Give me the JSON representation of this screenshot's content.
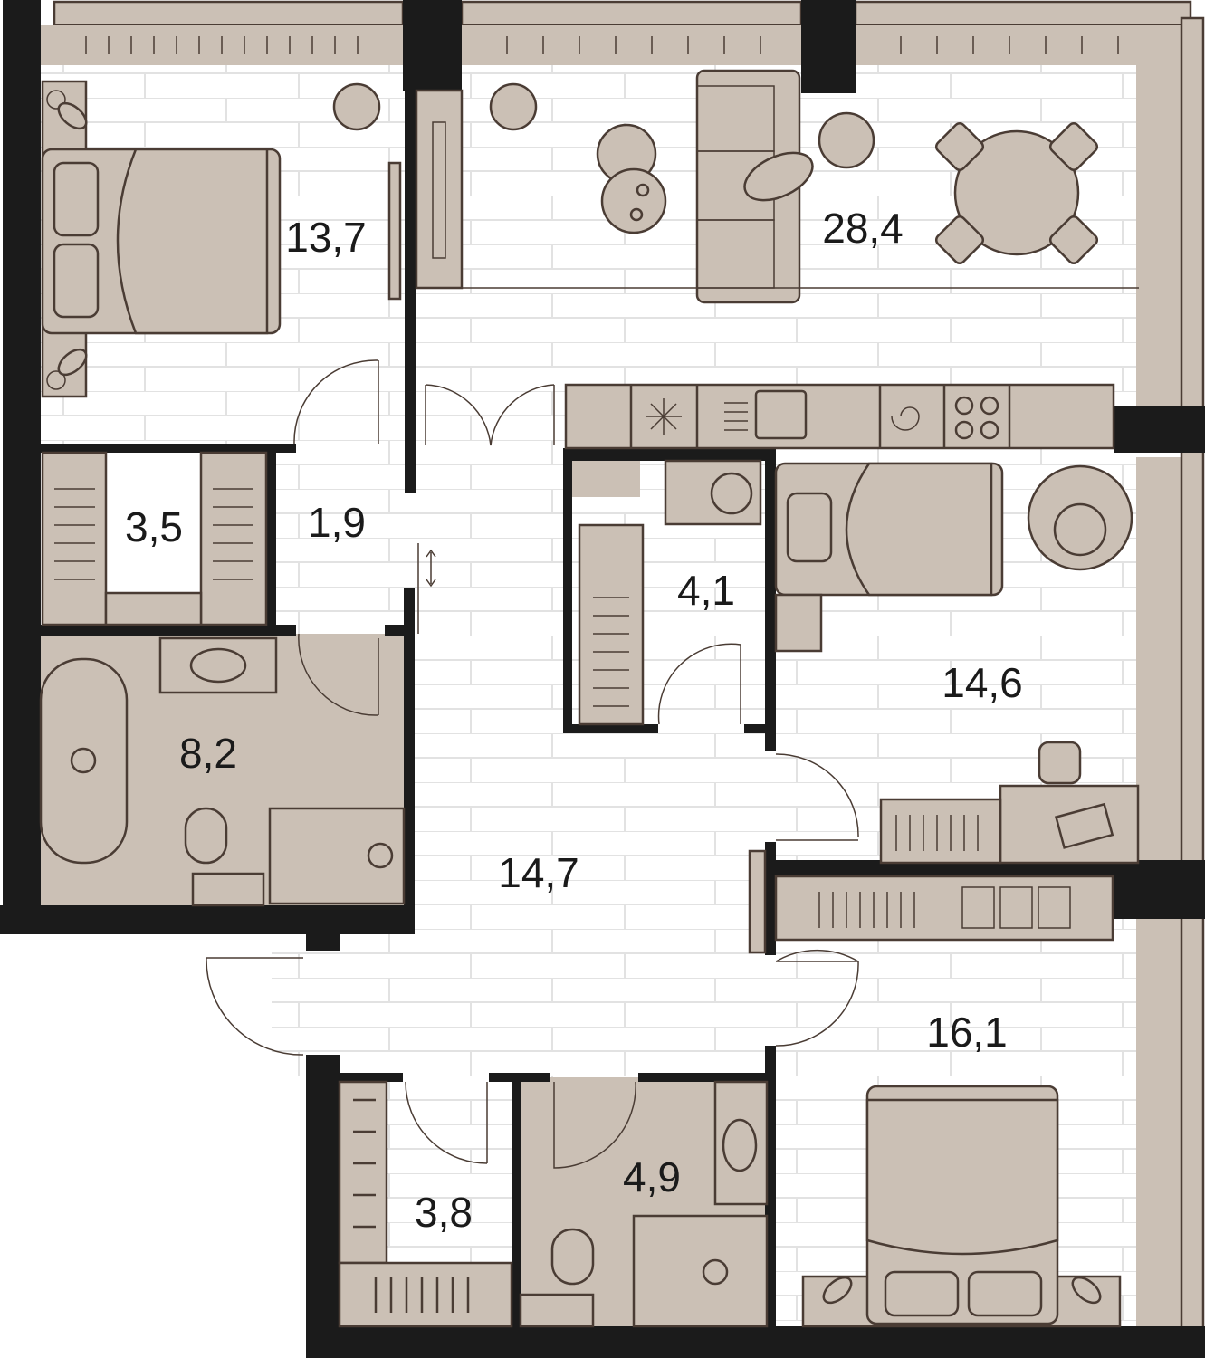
{
  "plan": {
    "colors": {
      "wall": "#1b1b1b",
      "furniture": "#cbc0b5",
      "outline": "#4a3c34",
      "floor": "#ffffff",
      "floor_lines": "#e2e2e2"
    },
    "rooms": [
      {
        "id": "bedroom-1",
        "area": "13,7"
      },
      {
        "id": "living-kitchen",
        "area": "28,4"
      },
      {
        "id": "wardrobe-1",
        "area": "3,5"
      },
      {
        "id": "hall-small",
        "area": "1,9"
      },
      {
        "id": "storage",
        "area": "4,1"
      },
      {
        "id": "bedroom-2",
        "area": "14,6"
      },
      {
        "id": "bathroom-1",
        "area": "8,2"
      },
      {
        "id": "hall-main",
        "area": "14,7"
      },
      {
        "id": "bedroom-3",
        "area": "16,1"
      },
      {
        "id": "wardrobe-2",
        "area": "3,8"
      },
      {
        "id": "bathroom-2",
        "area": "4,9"
      }
    ]
  }
}
